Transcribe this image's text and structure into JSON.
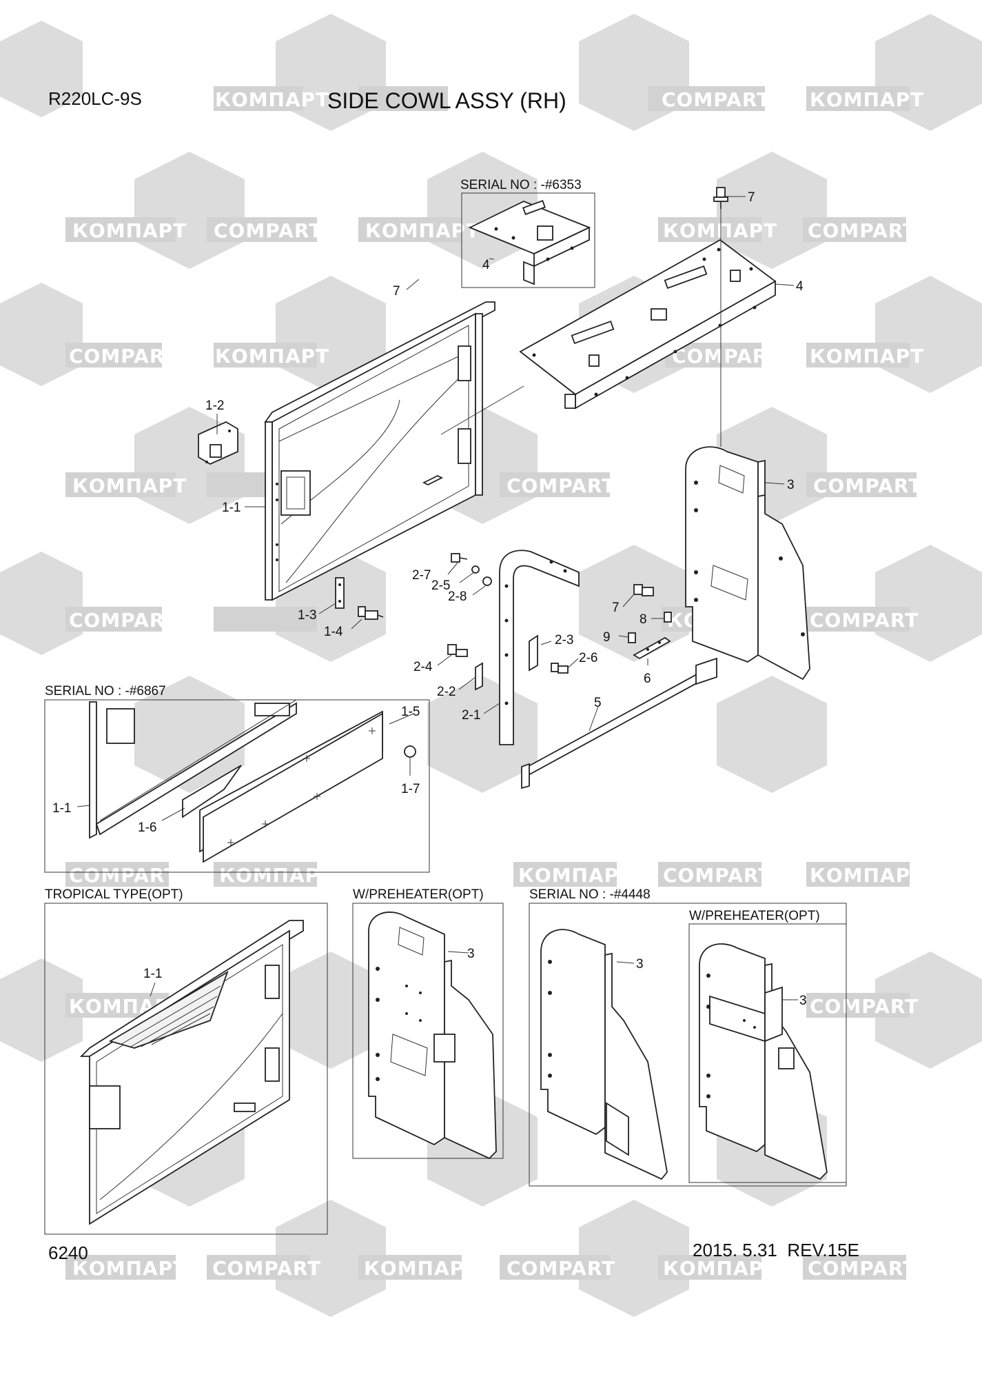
{
  "header": {
    "model": "R220LC-9S",
    "title": "SIDE COWL ASSY (RH)"
  },
  "footer": {
    "page": "6240",
    "revision": "2015. 5.31  REV.15E"
  },
  "watermark": {
    "cyrillic": "КОМПАРТ",
    "latin": "COMPART"
  },
  "boxes": {
    "serial_6353": "SERIAL NO : -#6353",
    "serial_6867": "SERIAL NO : -#6867",
    "tropical": "TROPICAL TYPE(OPT)",
    "preheater_1": "W/PREHEATER(OPT)",
    "serial_4448": "SERIAL NO : -#4448",
    "preheater_2": "W/PREHEATER(OPT)"
  },
  "callouts": {
    "c7_top": "7",
    "c4_right": "4",
    "c4_inset": "4",
    "c7_left": "7",
    "c1_2": "1-2",
    "c1_1": "1-1",
    "c3": "3",
    "c2_7": "2-7",
    "c2_5": "2-5",
    "c2_8": "2-8",
    "c1_3": "1-3",
    "c1_4": "1-4",
    "c7_mid": "7",
    "c8": "8",
    "c9": "9",
    "c2_3": "2-3",
    "c2_6": "2-6",
    "c6": "6",
    "c2_4": "2-4",
    "c2_2": "2-2",
    "c2_1": "2-1",
    "c5": "5",
    "c1_5": "1-5",
    "c1_7": "1-7",
    "c1_1_inset": "1-1",
    "c1_6": "1-6",
    "c1_1_trop": "1-1",
    "c3_pre1": "3",
    "c3_4448": "3",
    "c3_pre2": "3"
  },
  "colors": {
    "watermark": "#d4d4d4",
    "ink": "#222222",
    "paper": "#ffffff"
  }
}
